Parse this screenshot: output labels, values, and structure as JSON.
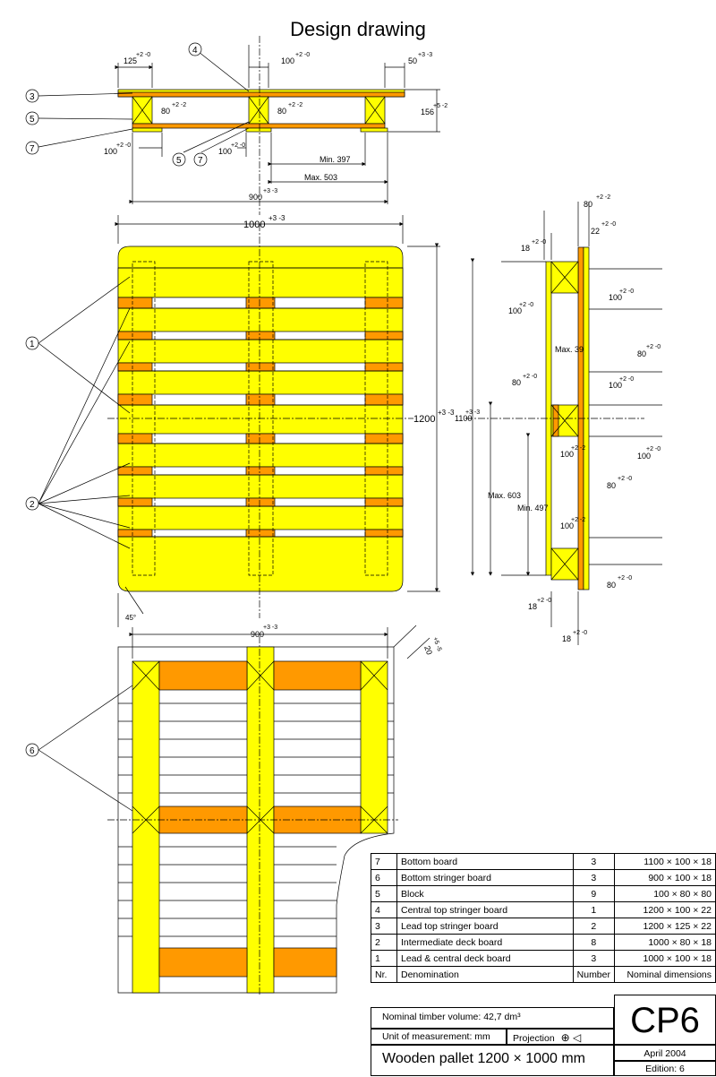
{
  "title": "Design drawing",
  "side_view_dims": {
    "d125": "125",
    "d125_tol": "+2 -0",
    "d100a": "100",
    "d100a_tol": "+2 -0",
    "d50": "50",
    "d50_tol": "+3 -3",
    "d80a": "80",
    "d80a_tol": "+2 -2",
    "d80b": "80",
    "d80b_tol": "+2 -2",
    "d156": "156",
    "d156_tol": "+5 -2",
    "d100b": "100",
    "d100b_tol": "+2 -0",
    "d100c": "100",
    "d100c_tol": "+2 -0",
    "min397": "Min. 397",
    "max503": "Max. 503",
    "d900": "900",
    "d900_tol": "+3 -3"
  },
  "plan_dims": {
    "d1000": "1000",
    "d1000_tol": "+3 -3",
    "d1200": "1200",
    "d1200_tol": "+3 -3",
    "angle": "45°"
  },
  "end_view_dims": {
    "d80": "80",
    "d80_tol": "+2 -2",
    "d22": "22",
    "d22_tol": "+2 -0",
    "d18a": "18",
    "d18a_tol": "+2 -0",
    "d100a": "100",
    "d100a_tol": "+2 -0",
    "d100b": "100",
    "d100b_tol": "+2 -0",
    "max39": "Max. 39",
    "d80b": "80",
    "d80b_tol": "+2 -0",
    "d100c": "100",
    "d100c_tol": "+2 -0",
    "d80c": "80",
    "d80c_tol": "+2 -0",
    "d1100": "1100",
    "d1100_tol": "+3 -3",
    "d100d": "100",
    "d100d_tol": "+2 -2",
    "d100e": "100",
    "d100e_tol": "+2 -0",
    "max603": "Max. 603",
    "min497": "Min. 497",
    "d80d": "80",
    "d80d_tol": "+2 -0",
    "d100f": "100",
    "d100f_tol": "+2 -2",
    "d80e": "80",
    "d80e_tol": "+2 -0",
    "d18b": "18",
    "d18b_tol": "+2 -0",
    "d18c": "18",
    "d18c_tol": "+2 -0"
  },
  "bottom_view_dims": {
    "d900": "900",
    "d900_tol": "+3 -3",
    "d20": "20",
    "d20_tol": "+5 -5"
  },
  "callouts": [
    "1",
    "2",
    "3",
    "4",
    "5",
    "5",
    "6",
    "7",
    "7"
  ],
  "parts": [
    {
      "nr": "7",
      "name": "Bottom board",
      "qty": "3",
      "dims": "1100 × 100 × 18"
    },
    {
      "nr": "6",
      "name": "Bottom stringer board",
      "qty": "3",
      "dims": "900 × 100 × 18"
    },
    {
      "nr": "5",
      "name": "Block",
      "qty": "9",
      "dims": "100 ×  80 × 80"
    },
    {
      "nr": "4",
      "name": "Central top stringer board",
      "qty": "1",
      "dims": "1200 × 100 × 22"
    },
    {
      "nr": "3",
      "name": "Lead top stringer board",
      "qty": "2",
      "dims": "1200 × 125 × 22"
    },
    {
      "nr": "2",
      "name": "Intermediate deck board",
      "qty": "8",
      "dims": "1000 ×  80 × 18"
    },
    {
      "nr": "1",
      "name": "Lead & central deck board",
      "qty": "3",
      "dims": "1000 × 100 × 18"
    }
  ],
  "parts_header": {
    "nr": "Nr.",
    "name": "Denomination",
    "qty": "Number",
    "dims": "Nominal dimensions"
  },
  "title_block": {
    "volume": "Nominal timber volume: 42,7 dm³",
    "unit": "Unit of measurement: mm",
    "projection": "Projection",
    "name": "Wooden pallet 1200 × 1000 mm",
    "code": "CP6",
    "date": "April 2004",
    "edition": "Edition: 6"
  },
  "colors": {
    "yellow": "#ffff00",
    "orange": "#ff9900",
    "line": "#000000"
  }
}
